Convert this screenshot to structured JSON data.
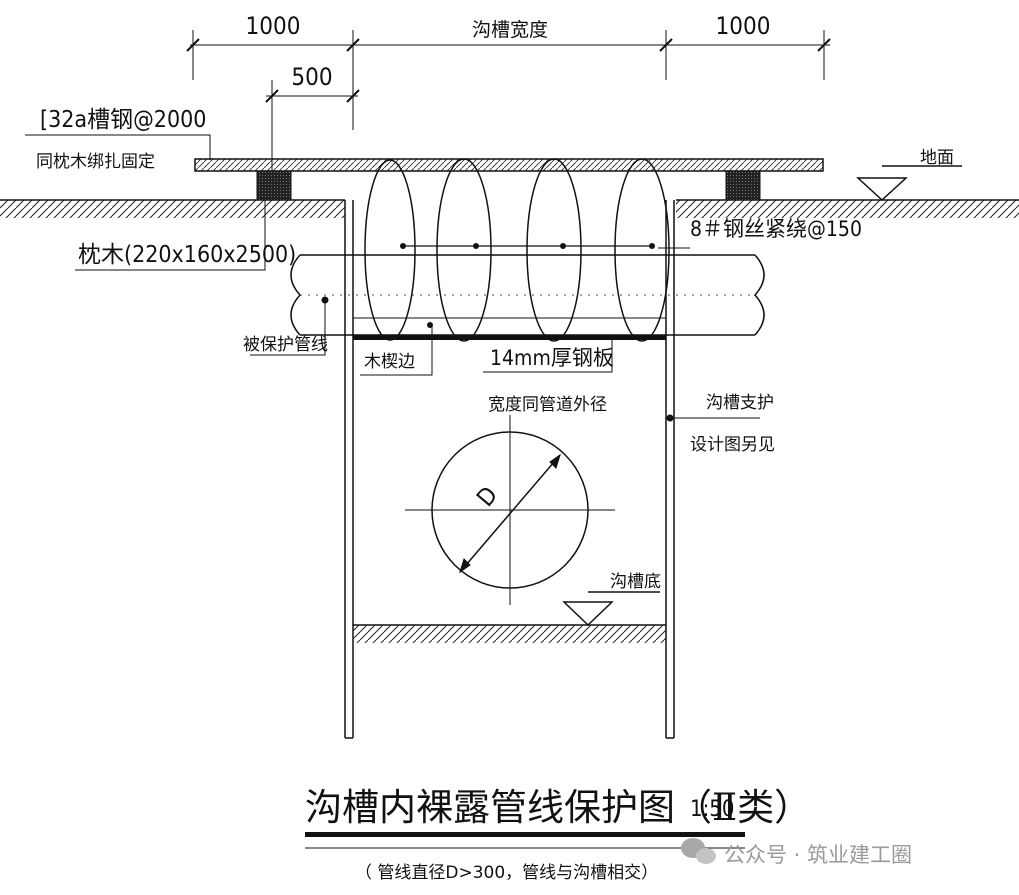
{
  "dimensions": {
    "left_width": "1000",
    "trench_width": "沟槽宽度",
    "right_width": "1000",
    "offset": "500"
  },
  "labels": {
    "channel_steel": "[32a槽钢@2000",
    "sleeper_fix": "同枕木绑扎固定",
    "ground": "地面",
    "sleeper": "枕木(220x160x2500)",
    "wire": "8＃钢丝紧绕@150",
    "protected_pipe": "被保护管线",
    "wood_wedge": "木楔边",
    "steel_plate": "14mm厚钢板",
    "plate_width": "宽度同管道外径",
    "trench_support": "沟槽支护",
    "see_design": "设计图另见",
    "diameter": "D",
    "trench_bottom": "沟槽底"
  },
  "title": {
    "main": "沟槽内裸露管线保护图（Ⅱ类）",
    "scale": "1:50",
    "subtitle": "（ 管线直径D>300，管线与沟槽相交）"
  },
  "watermark": "公众号 · 筑业建工圈"
}
